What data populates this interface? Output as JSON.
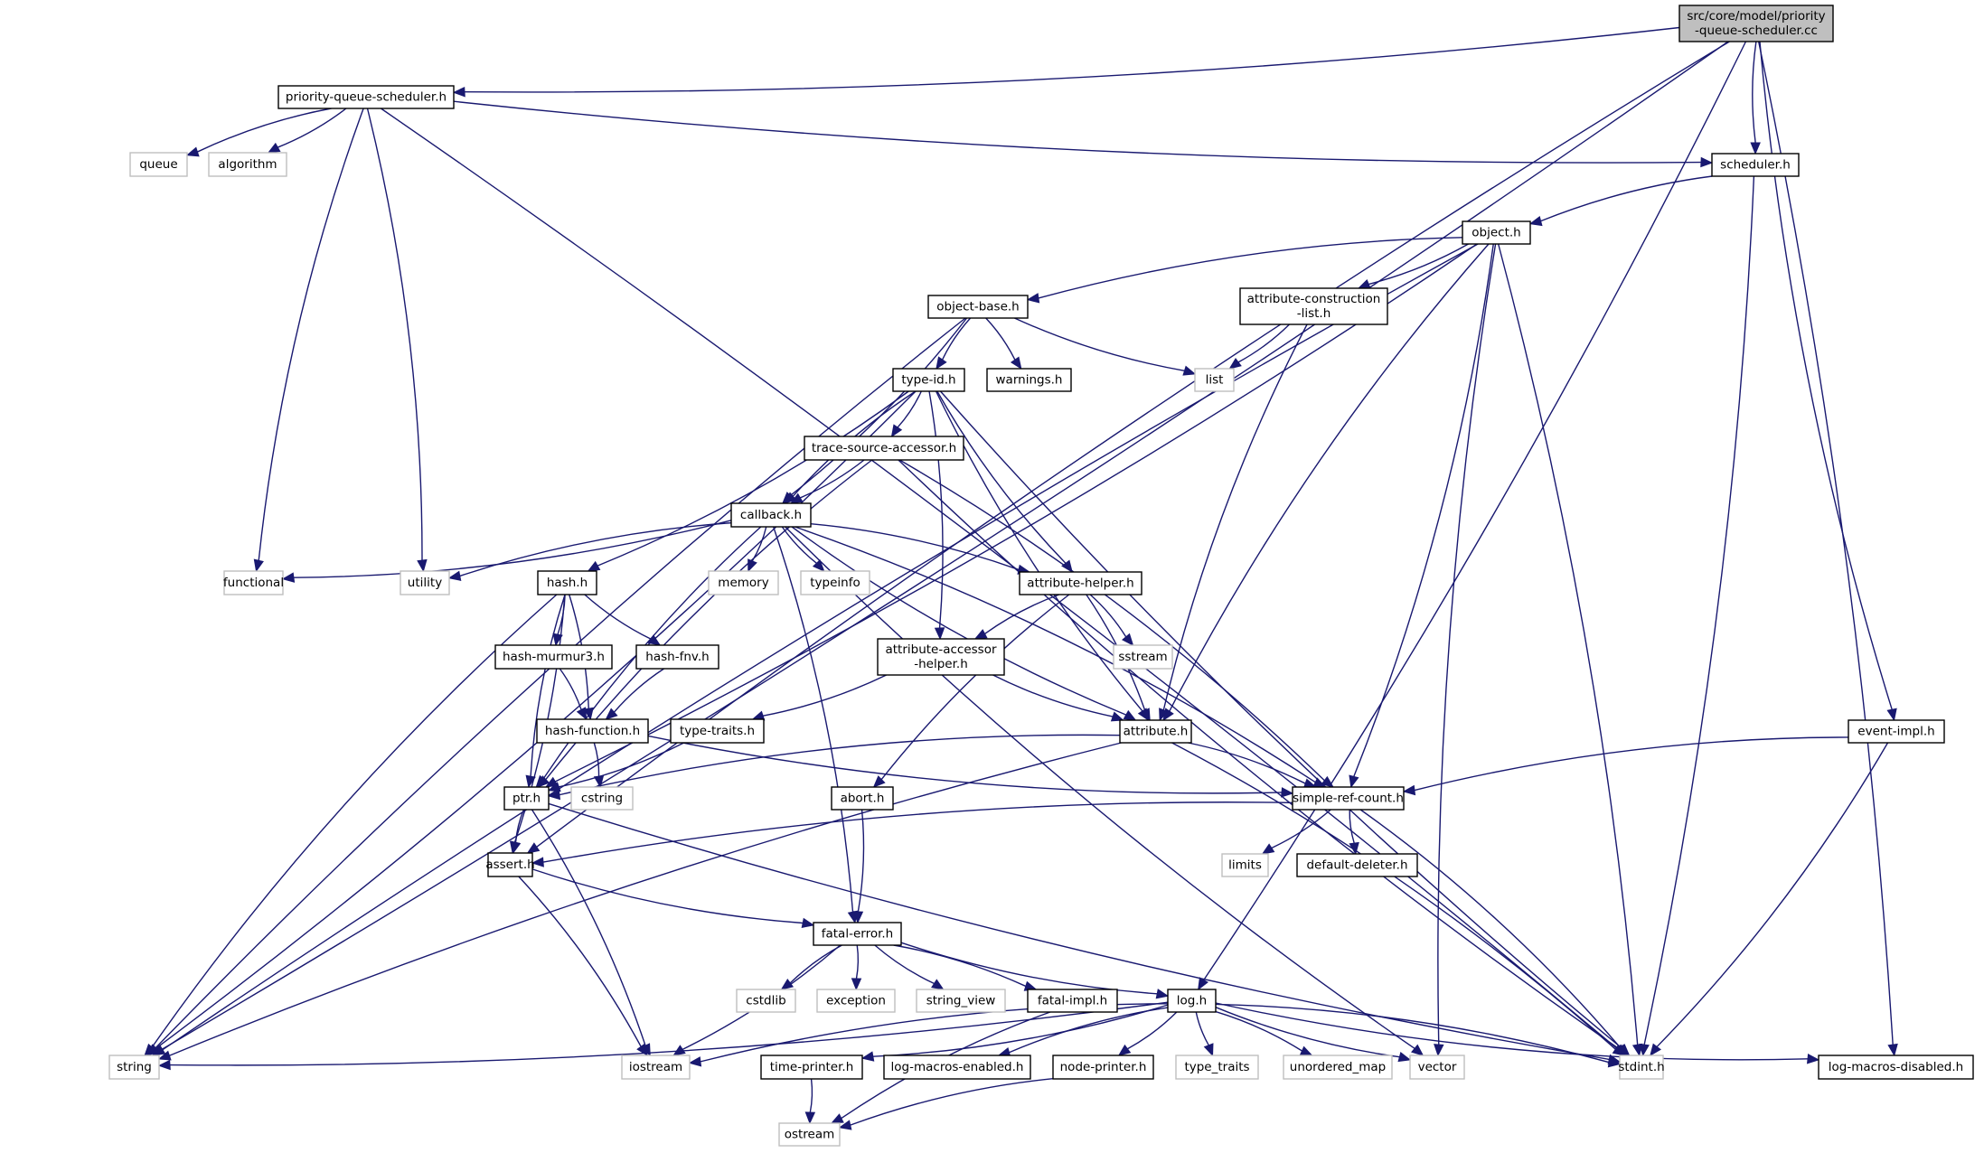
{
  "graph": {
    "title": "Include dependency graph for priority-queue-scheduler.cc",
    "colors": {
      "edge": "#191970",
      "root_fill": "#bfbfbf",
      "local_border": "#000000",
      "system_border": "#bfbfbf"
    },
    "nodes": [
      {
        "id": "root",
        "label": [
          "src/core/model/priority",
          "-queue-scheduler.cc"
        ],
        "kind": "root"
      },
      {
        "id": "pqs_h",
        "label": [
          "priority-queue-scheduler.h"
        ],
        "kind": "local"
      },
      {
        "id": "queue",
        "label": [
          "queue"
        ],
        "kind": "system"
      },
      {
        "id": "algorithm",
        "label": [
          "algorithm"
        ],
        "kind": "system"
      },
      {
        "id": "scheduler_h",
        "label": [
          "scheduler.h"
        ],
        "kind": "local"
      },
      {
        "id": "object_h",
        "label": [
          "object.h"
        ],
        "kind": "local"
      },
      {
        "id": "object_base_h",
        "label": [
          "object-base.h"
        ],
        "kind": "local"
      },
      {
        "id": "attr_constr_h",
        "label": [
          "attribute-construction",
          "-list.h"
        ],
        "kind": "local"
      },
      {
        "id": "type_id_h",
        "label": [
          "type-id.h"
        ],
        "kind": "local"
      },
      {
        "id": "warnings_h",
        "label": [
          "warnings.h"
        ],
        "kind": "local"
      },
      {
        "id": "list",
        "label": [
          "list"
        ],
        "kind": "system"
      },
      {
        "id": "tsa_h",
        "label": [
          "trace-source-accessor.h"
        ],
        "kind": "local"
      },
      {
        "id": "callback_h",
        "label": [
          "callback.h"
        ],
        "kind": "local"
      },
      {
        "id": "functional",
        "label": [
          "functional"
        ],
        "kind": "system"
      },
      {
        "id": "utility",
        "label": [
          "utility"
        ],
        "kind": "system"
      },
      {
        "id": "memory",
        "label": [
          "memory"
        ],
        "kind": "system"
      },
      {
        "id": "typeinfo",
        "label": [
          "typeinfo"
        ],
        "kind": "system"
      },
      {
        "id": "attr_helper_h",
        "label": [
          "attribute-helper.h"
        ],
        "kind": "local"
      },
      {
        "id": "hash_h",
        "label": [
          "hash.h"
        ],
        "kind": "local"
      },
      {
        "id": "hash_murmur3_h",
        "label": [
          "hash-murmur3.h"
        ],
        "kind": "local"
      },
      {
        "id": "hash_fnv_h",
        "label": [
          "hash-fnv.h"
        ],
        "kind": "local"
      },
      {
        "id": "sstream",
        "label": [
          "sstream"
        ],
        "kind": "system"
      },
      {
        "id": "attr_acc_helper_h",
        "label": [
          "attribute-accessor",
          "-helper.h"
        ],
        "kind": "local"
      },
      {
        "id": "hash_function_h",
        "label": [
          "hash-function.h"
        ],
        "kind": "local"
      },
      {
        "id": "type_traits_h",
        "label": [
          "type-traits.h"
        ],
        "kind": "local"
      },
      {
        "id": "attribute_h",
        "label": [
          "attribute.h"
        ],
        "kind": "local"
      },
      {
        "id": "event_impl_h",
        "label": [
          "event-impl.h"
        ],
        "kind": "local"
      },
      {
        "id": "ptr_h",
        "label": [
          "ptr.h"
        ],
        "kind": "local"
      },
      {
        "id": "cstring",
        "label": [
          "cstring"
        ],
        "kind": "system"
      },
      {
        "id": "abort_h",
        "label": [
          "abort.h"
        ],
        "kind": "local"
      },
      {
        "id": "simple_ref_count_h",
        "label": [
          "simple-ref-count.h"
        ],
        "kind": "local"
      },
      {
        "id": "assert_h",
        "label": [
          "assert.h"
        ],
        "kind": "local"
      },
      {
        "id": "limits",
        "label": [
          "limits"
        ],
        "kind": "system"
      },
      {
        "id": "default_deleter_h",
        "label": [
          "default-deleter.h"
        ],
        "kind": "local"
      },
      {
        "id": "fatal_error_h",
        "label": [
          "fatal-error.h"
        ],
        "kind": "local"
      },
      {
        "id": "cstdlib",
        "label": [
          "cstdlib"
        ],
        "kind": "system"
      },
      {
        "id": "exception",
        "label": [
          "exception"
        ],
        "kind": "system"
      },
      {
        "id": "string_view",
        "label": [
          "string_view"
        ],
        "kind": "system"
      },
      {
        "id": "fatal_impl_h",
        "label": [
          "fatal-impl.h"
        ],
        "kind": "local"
      },
      {
        "id": "log_h",
        "label": [
          "log.h"
        ],
        "kind": "local"
      },
      {
        "id": "string",
        "label": [
          "string"
        ],
        "kind": "system"
      },
      {
        "id": "iostream",
        "label": [
          "iostream"
        ],
        "kind": "system"
      },
      {
        "id": "time_printer_h",
        "label": [
          "time-printer.h"
        ],
        "kind": "local"
      },
      {
        "id": "log_macros_enabled_h",
        "label": [
          "log-macros-enabled.h"
        ],
        "kind": "local"
      },
      {
        "id": "node_printer_h",
        "label": [
          "node-printer.h"
        ],
        "kind": "local"
      },
      {
        "id": "type_traits",
        "label": [
          "type_traits"
        ],
        "kind": "system"
      },
      {
        "id": "unordered_map",
        "label": [
          "unordered_map"
        ],
        "kind": "system"
      },
      {
        "id": "vector",
        "label": [
          "vector"
        ],
        "kind": "system"
      },
      {
        "id": "stdint_h",
        "label": [
          "stdint.h"
        ],
        "kind": "system"
      },
      {
        "id": "log_macros_disabled_h",
        "label": [
          "log-macros-disabled.h"
        ],
        "kind": "local"
      },
      {
        "id": "ostream",
        "label": [
          "ostream"
        ],
        "kind": "system"
      }
    ],
    "edges": [
      [
        "root",
        "pqs_h"
      ],
      [
        "root",
        "scheduler_h"
      ],
      [
        "root",
        "string"
      ],
      [
        "root",
        "assert_h"
      ],
      [
        "root",
        "log_h"
      ],
      [
        "root",
        "event_impl_h"
      ],
      [
        "root",
        "log_macros_disabled_h"
      ],
      [
        "pqs_h",
        "queue"
      ],
      [
        "pqs_h",
        "algorithm"
      ],
      [
        "pqs_h",
        "functional"
      ],
      [
        "pqs_h",
        "utility"
      ],
      [
        "pqs_h",
        "scheduler_h"
      ],
      [
        "pqs_h",
        "stdint_h"
      ],
      [
        "scheduler_h",
        "object_h"
      ],
      [
        "scheduler_h",
        "stdint_h"
      ],
      [
        "object_h",
        "object_base_h"
      ],
      [
        "object_h",
        "attr_constr_h"
      ],
      [
        "object_h",
        "string"
      ],
      [
        "object_h",
        "ptr_h"
      ],
      [
        "object_h",
        "attribute_h"
      ],
      [
        "object_h",
        "simple_ref_count_h"
      ],
      [
        "object_h",
        "vector"
      ],
      [
        "object_h",
        "stdint_h"
      ],
      [
        "object_base_h",
        "type_id_h"
      ],
      [
        "object_base_h",
        "warnings_h"
      ],
      [
        "object_base_h",
        "list"
      ],
      [
        "object_base_h",
        "callback_h"
      ],
      [
        "object_base_h",
        "string"
      ],
      [
        "attr_constr_h",
        "list"
      ],
      [
        "attr_constr_h",
        "attribute_h"
      ],
      [
        "type_id_h",
        "tsa_h"
      ],
      [
        "type_id_h",
        "callback_h"
      ],
      [
        "type_id_h",
        "hash_h"
      ],
      [
        "type_id_h",
        "attr_helper_h"
      ],
      [
        "type_id_h",
        "attr_acc_helper_h"
      ],
      [
        "type_id_h",
        "attribute_h"
      ],
      [
        "type_id_h",
        "string"
      ],
      [
        "type_id_h",
        "stdint_h"
      ],
      [
        "tsa_h",
        "callback_h"
      ],
      [
        "tsa_h",
        "ptr_h"
      ],
      [
        "tsa_h",
        "simple_ref_count_h"
      ],
      [
        "tsa_h",
        "stdint_h"
      ],
      [
        "callback_h",
        "functional"
      ],
      [
        "callback_h",
        "utility"
      ],
      [
        "callback_h",
        "memory"
      ],
      [
        "callback_h",
        "typeinfo"
      ],
      [
        "callback_h",
        "attr_helper_h"
      ],
      [
        "callback_h",
        "ptr_h"
      ],
      [
        "callback_h",
        "fatal_error_h"
      ],
      [
        "callback_h",
        "attribute_h"
      ],
      [
        "callback_h",
        "simple_ref_count_h"
      ],
      [
        "callback_h",
        "vector"
      ],
      [
        "attr_helper_h",
        "sstream"
      ],
      [
        "attr_helper_h",
        "attr_acc_helper_h"
      ],
      [
        "attr_helper_h",
        "attribute_h"
      ],
      [
        "attr_helper_h",
        "abort_h"
      ],
      [
        "hash_h",
        "hash_murmur3_h"
      ],
      [
        "hash_h",
        "hash_fnv_h"
      ],
      [
        "hash_h",
        "hash_function_h"
      ],
      [
        "hash_h",
        "ptr_h"
      ],
      [
        "hash_h",
        "assert_h"
      ],
      [
        "hash_h",
        "string"
      ],
      [
        "hash_murmur3_h",
        "hash_function_h"
      ],
      [
        "hash_fnv_h",
        "hash_function_h"
      ],
      [
        "attr_acc_helper_h",
        "type_traits_h"
      ],
      [
        "attr_acc_helper_h",
        "attribute_h"
      ],
      [
        "hash_function_h",
        "cstring"
      ],
      [
        "hash_function_h",
        "simple_ref_count_h"
      ],
      [
        "type_traits_h",
        "ptr_h"
      ],
      [
        "attribute_h",
        "ptr_h"
      ],
      [
        "attribute_h",
        "simple_ref_count_h"
      ],
      [
        "attribute_h",
        "string"
      ],
      [
        "attribute_h",
        "stdint_h"
      ],
      [
        "event_impl_h",
        "simple_ref_count_h"
      ],
      [
        "event_impl_h",
        "stdint_h"
      ],
      [
        "ptr_h",
        "assert_h"
      ],
      [
        "ptr_h",
        "iostream"
      ],
      [
        "ptr_h",
        "stdint_h"
      ],
      [
        "abort_h",
        "fatal_error_h"
      ],
      [
        "simple_ref_count_h",
        "assert_h"
      ],
      [
        "simple_ref_count_h",
        "limits"
      ],
      [
        "simple_ref_count_h",
        "default_deleter_h"
      ],
      [
        "simple_ref_count_h",
        "stdint_h"
      ],
      [
        "assert_h",
        "fatal_error_h"
      ],
      [
        "assert_h",
        "iostream"
      ],
      [
        "fatal_error_h",
        "cstdlib"
      ],
      [
        "fatal_error_h",
        "exception"
      ],
      [
        "fatal_error_h",
        "string_view"
      ],
      [
        "fatal_error_h",
        "fatal_impl_h"
      ],
      [
        "fatal_error_h",
        "log_h"
      ],
      [
        "fatal_error_h",
        "iostream"
      ],
      [
        "fatal_impl_h",
        "ostream"
      ],
      [
        "log_h",
        "string"
      ],
      [
        "log_h",
        "iostream"
      ],
      [
        "log_h",
        "time_printer_h"
      ],
      [
        "log_h",
        "log_macros_enabled_h"
      ],
      [
        "log_h",
        "node_printer_h"
      ],
      [
        "log_h",
        "type_traits"
      ],
      [
        "log_h",
        "unordered_map"
      ],
      [
        "log_h",
        "vector"
      ],
      [
        "log_h",
        "stdint_h"
      ],
      [
        "log_h",
        "log_macros_disabled_h"
      ],
      [
        "time_printer_h",
        "ostream"
      ],
      [
        "node_printer_h",
        "ostream"
      ]
    ]
  }
}
